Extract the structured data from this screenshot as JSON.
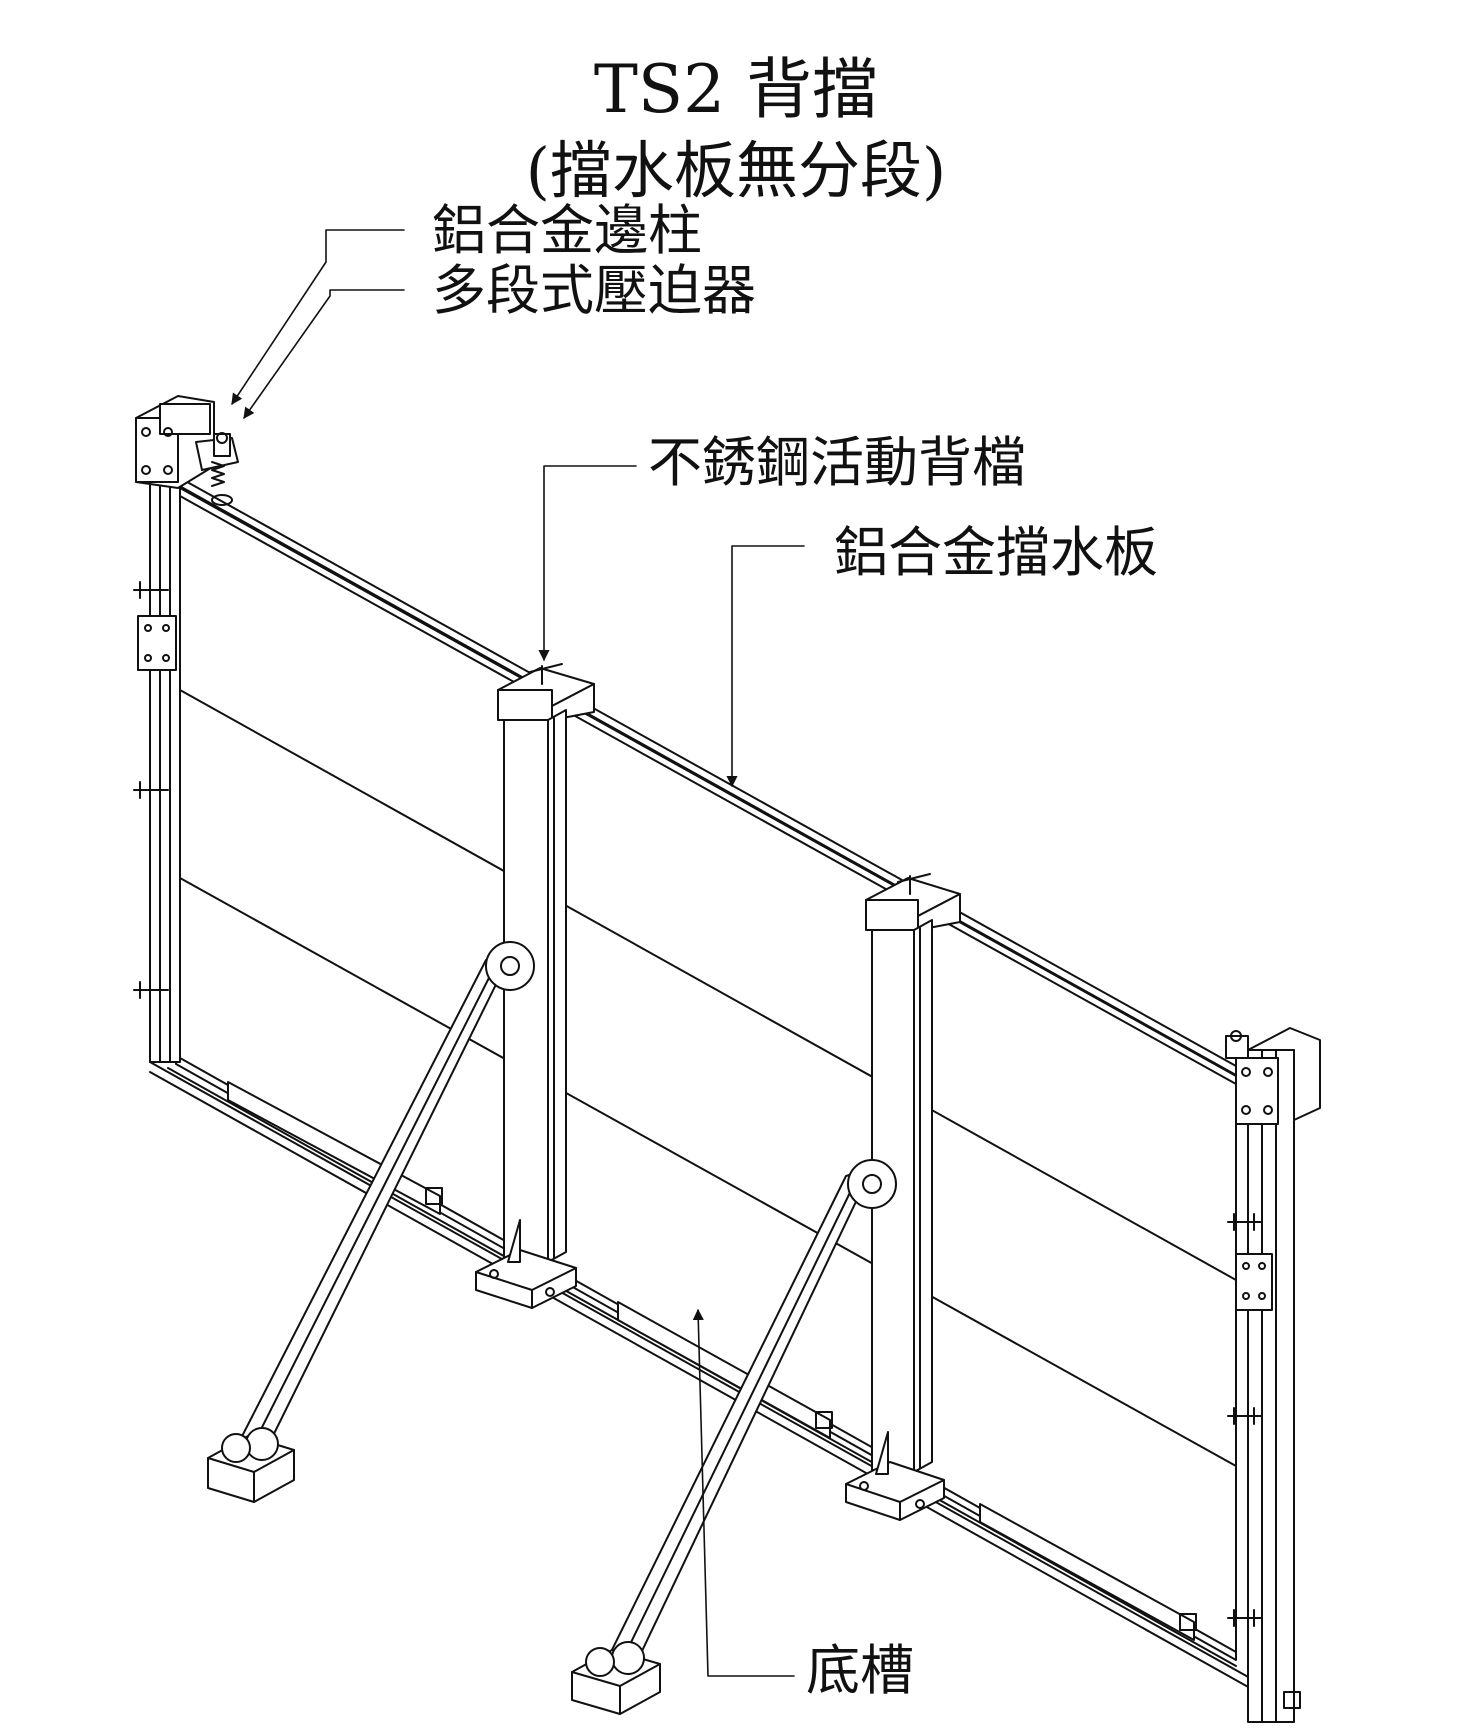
{
  "title": "TS2 背擋",
  "subtitle": "(擋水板無分段)",
  "labels": {
    "side_post": "鋁合金邊柱",
    "compressor": "多段式壓迫器",
    "backstop": "不銹鋼活動背檔",
    "panel": "鋁合金擋水板",
    "bottom_channel": "底槽"
  },
  "colors": {
    "line": "#111111",
    "background": "#ffffff"
  }
}
